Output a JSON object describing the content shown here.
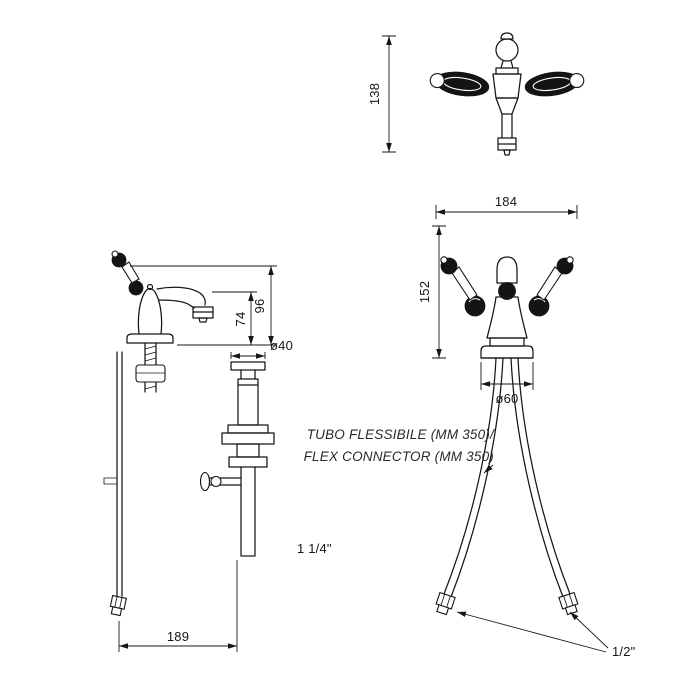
{
  "page": {
    "background": "#ffffff",
    "line_color": "#161616"
  },
  "dimensions": {
    "handle_view_height": "138",
    "front_width": "184",
    "front_height": "152",
    "base_diameter": "ø60",
    "spout_height": "74",
    "faucet_height": "96",
    "drain_diameter": "ø40",
    "drain_thread": "1 1/4\"",
    "depth": "189",
    "connector_thread": "1/2\""
  },
  "notes": {
    "flex_it": "TUBO FLESSIBILE (MM 350)/",
    "flex_en": "FLEX CONNECTOR (MM 350)"
  }
}
